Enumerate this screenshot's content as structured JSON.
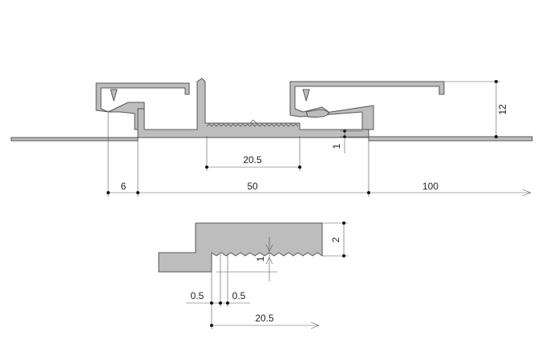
{
  "dimensions": {
    "top": {
      "width_slot": "20.5",
      "height_right": "12",
      "step_small": "1",
      "left_flange": "6",
      "body_width": "50",
      "right_extent": "100"
    },
    "detail": {
      "step_height": "2",
      "tooth_depth": "1",
      "offset_left": "0.5",
      "pitch": "0.5",
      "serrated_length": "20.5"
    }
  },
  "colors": {
    "profile_fill": "#bdbdbd",
    "outline": "#555555",
    "dimension": "#555555"
  }
}
